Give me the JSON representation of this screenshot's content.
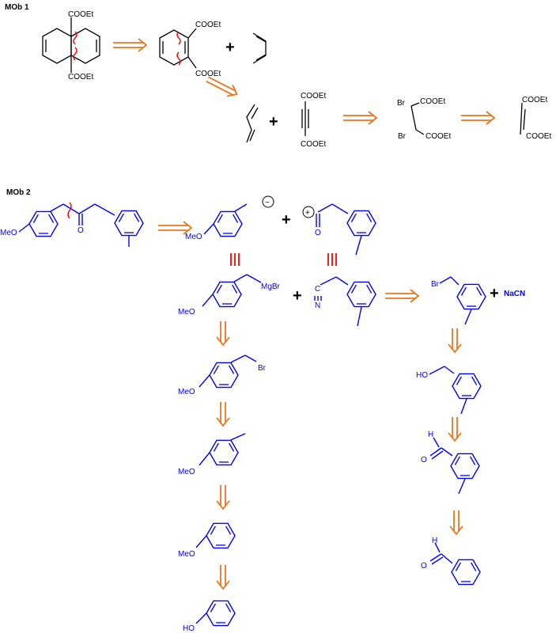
{
  "sections": {
    "mob1_title": "MOb 1",
    "mob2_title": "MOb 2"
  },
  "labels": {
    "cooet": "COOEt",
    "br": "Br",
    "mgbr": "MgBr",
    "meo": "MeO",
    "ho": "HO",
    "h": "H",
    "o": "O",
    "c": "C",
    "n": "N",
    "nacn": "NaCN",
    "plus": "+",
    "minus": "−"
  },
  "colors": {
    "mob1_structures": "#000000",
    "mob2_structures": "#0000ff",
    "retro_arrows": "#e87722",
    "disconnections": "#ff0000",
    "equivalence": "#ff0000"
  },
  "icons": {
    "retro_arrow": "double-line-open-arrow",
    "equivalence": "triple-vertical-bar"
  }
}
